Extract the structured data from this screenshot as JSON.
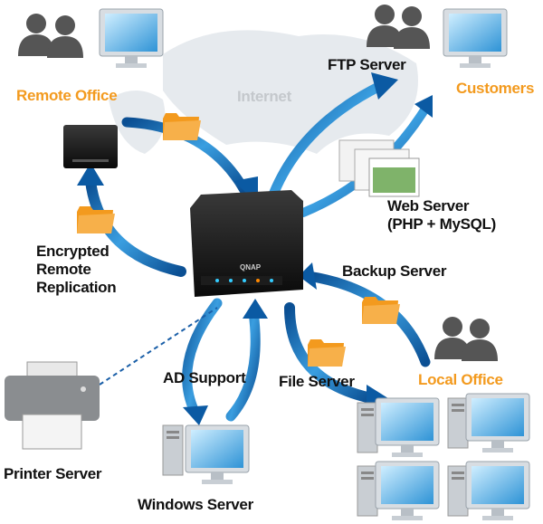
{
  "labels": {
    "remote_office": "Remote Office",
    "internet": "Internet",
    "ftp_server": "FTP Server",
    "customers": "Customers",
    "web_server_line1": "Web Server",
    "web_server_line2": "(PHP + MySQL)",
    "replication_line1": "Encrypted",
    "replication_line2": "Remote",
    "replication_line3": "Replication",
    "backup_server": "Backup Server",
    "ad_support": "AD Support",
    "file_server": "File Server",
    "local_office": "Local Office",
    "printer_server": "Printer Server",
    "windows_server": "Windows Server"
  },
  "logo": "QNAP",
  "colors": {
    "arrow": "#1a6fb5",
    "folder": "#f39a1e",
    "accent_text": "#f39a1e",
    "internet_text": "#c4c8cc",
    "map": "#e6eaee"
  },
  "icons": [
    "nas-icon",
    "person-icon",
    "monitor-icon",
    "folder-icon",
    "printer-icon",
    "pc-tower-icon",
    "browser-window-icon"
  ]
}
